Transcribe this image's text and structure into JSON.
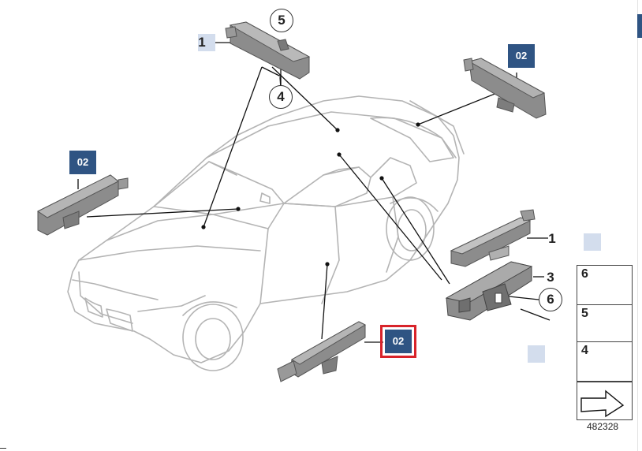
{
  "callouts": {
    "item1_top": "1",
    "item1_right": "1",
    "item3": "3",
    "item4_circle": "4",
    "item5_circle": "5",
    "item6_circle": "6"
  },
  "ref_tags": {
    "top_right": "02",
    "left": "02",
    "bottom_selected": "02"
  },
  "legend": {
    "nut_num": "6",
    "screw_num": "5",
    "clip_num": "4"
  },
  "diagram_number": "482328",
  "colors": {
    "ref_tag_bg": "#2f5483",
    "selected_outline": "#d8232a",
    "placeholder": "#d3dded",
    "car_outline": "#b4b4b4",
    "part_fill": "#8c8c8c"
  },
  "icons": {
    "nut": "hex-nut-icon",
    "screw": "screw-icon",
    "clip": "expanding-clip-icon",
    "arrow": "direction-arrow-icon"
  }
}
